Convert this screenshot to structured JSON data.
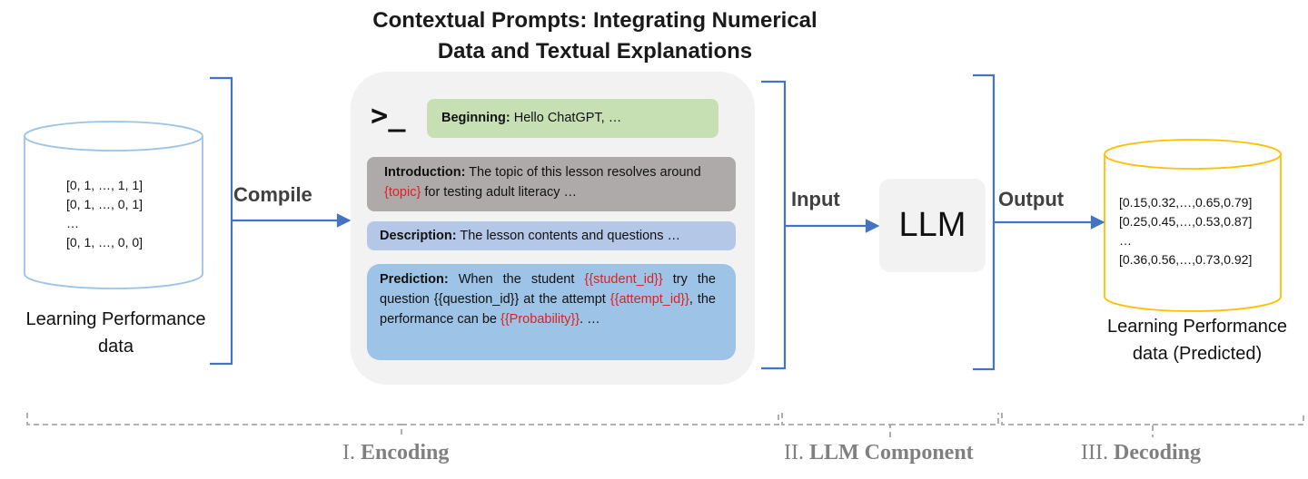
{
  "title": {
    "line1": "Contextual Prompts: Integrating Numerical",
    "line2": "Data and Textual Explanations"
  },
  "input_data": {
    "rows": [
      "[0, 1, …, 1, 1]",
      "[0, 1, …, 0, 1]",
      "…",
      "[0, 1, …, 0, 0]"
    ],
    "caption_line1": "Learning Performance",
    "caption_line2": "data"
  },
  "arrows": {
    "compile": "Compile",
    "input": "Input",
    "output": "Output"
  },
  "prompt": {
    "icon": "terminal-prompt-icon",
    "beginning": {
      "label": "Beginning:",
      "text": " Hello ChatGPT, …"
    },
    "introduction": {
      "label": "Introduction:",
      "text1": " The topic of this lesson resolves around ",
      "var": "{topic}",
      "text2": " for testing adult literacy …"
    },
    "description": {
      "label": "Description:",
      "text": " The lesson contents and questions …"
    },
    "prediction": {
      "label": "Prediction:",
      "t1": " When the student ",
      "v1": "{{student_id}}",
      "t2": " try the question {{question_id}} at the attempt ",
      "v2": "{{attempt_id}}",
      "t3": ", the performance can be ",
      "v3": "{{Probability}}",
      "t4": ". …"
    }
  },
  "llm": {
    "label": "LLM"
  },
  "output_data": {
    "rows": [
      "[0.15,0.32,…,0.65,0.79]",
      "[0.25,0.45,…,0.53,0.87]",
      "…",
      "[0.36,0.56,…,0.73,0.92]"
    ],
    "caption_line1": "Learning Performance",
    "caption_line2": "data (Predicted)"
  },
  "phases": [
    {
      "roman": "I.",
      "name": " Encoding"
    },
    {
      "roman": "II.",
      "name": " LLM Component"
    },
    {
      "roman": "III.",
      "name": " Decoding"
    }
  ],
  "colors": {
    "bracket": "#4472c4",
    "input_cylinder": "#9dc3e6",
    "output_cylinder": "#ffc000",
    "beginning": "#c6e0b4",
    "introduction": "#aeaaaa",
    "description": "#b4c7e7",
    "prediction": "#9dc3e6",
    "variable": "#e02020",
    "phase_brace": "#a6a6a6"
  }
}
